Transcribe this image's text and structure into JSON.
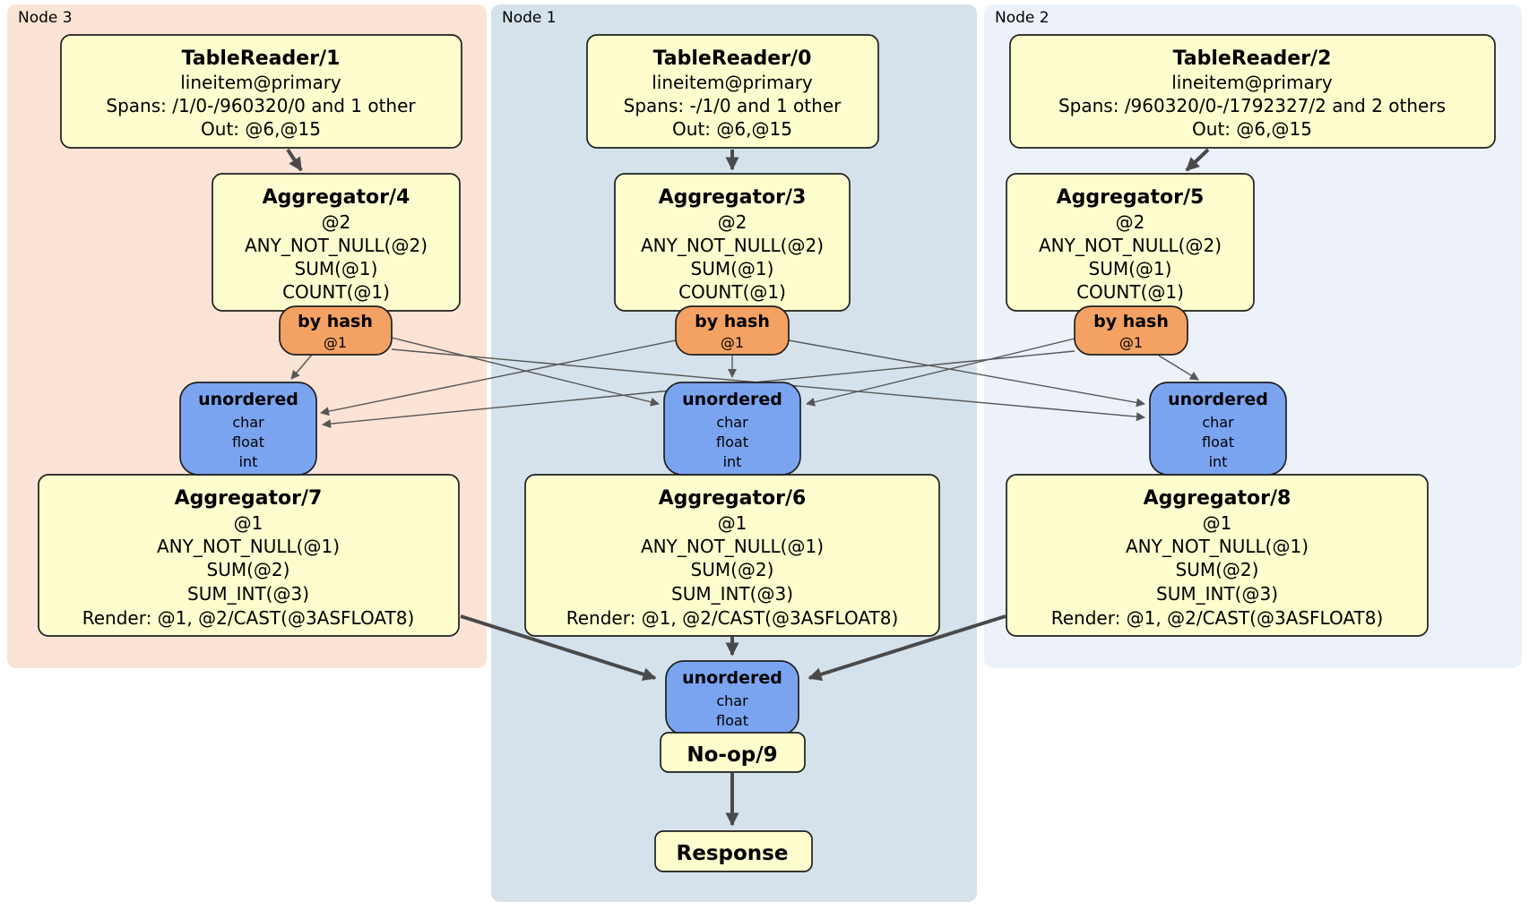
{
  "panels": {
    "node3": {
      "label": "Node 3"
    },
    "node1": {
      "label": "Node 1"
    },
    "node2": {
      "label": "Node 2"
    }
  },
  "colors": {
    "panel_node3": "#fbe3d5",
    "panel_node1": "#d5e2eb",
    "panel_node2": "#edf2fa",
    "processor_box": "#fdfdce",
    "router_box": "#f4a263",
    "sync_box": "#7aa4f0",
    "edge": "#4a4a4a"
  },
  "processors": {
    "tableReader1": {
      "title": "TableReader/1",
      "lines": [
        "lineitem@primary",
        "Spans: /1/0-/960320/0 and 1 other",
        "Out: @6,@15"
      ]
    },
    "tableReader0": {
      "title": "TableReader/0",
      "lines": [
        "lineitem@primary",
        "Spans: -/1/0 and 1 other",
        "Out: @6,@15"
      ]
    },
    "tableReader2": {
      "title": "TableReader/2",
      "lines": [
        "lineitem@primary",
        "Spans: /960320/0-/1792327/2 and 2 others",
        "Out: @6,@15"
      ]
    },
    "aggregator4": {
      "title": "Aggregator/4",
      "lines": [
        "@2",
        "ANY_NOT_NULL(@2)",
        "SUM(@1)",
        "COUNT(@1)"
      ]
    },
    "aggregator3": {
      "title": "Aggregator/3",
      "lines": [
        "@2",
        "ANY_NOT_NULL(@2)",
        "SUM(@1)",
        "COUNT(@1)"
      ]
    },
    "aggregator5": {
      "title": "Aggregator/5",
      "lines": [
        "@2",
        "ANY_NOT_NULL(@2)",
        "SUM(@1)",
        "COUNT(@1)"
      ]
    },
    "aggregator7": {
      "title": "Aggregator/7",
      "lines": [
        "@1",
        "ANY_NOT_NULL(@1)",
        "SUM(@2)",
        "SUM_INT(@3)",
        "Render: @1, @2/CAST(@3ASFLOAT8)"
      ]
    },
    "aggregator6": {
      "title": "Aggregator/6",
      "lines": [
        "@1",
        "ANY_NOT_NULL(@1)",
        "SUM(@2)",
        "SUM_INT(@3)",
        "Render: @1, @2/CAST(@3ASFLOAT8)"
      ]
    },
    "aggregator8": {
      "title": "Aggregator/8",
      "lines": [
        "@1",
        "ANY_NOT_NULL(@1)",
        "SUM(@2)",
        "SUM_INT(@3)",
        "Render: @1, @2/CAST(@3ASFLOAT8)"
      ]
    },
    "noop": {
      "title": "No-op/9"
    },
    "response": {
      "title": "Response"
    }
  },
  "routers": {
    "hash4": {
      "title": "by hash",
      "lines": [
        "@1"
      ]
    },
    "hash3": {
      "title": "by hash",
      "lines": [
        "@1"
      ]
    },
    "hash5": {
      "title": "by hash",
      "lines": [
        "@1"
      ]
    }
  },
  "synchronizers": {
    "unordered3": {
      "title": "unordered",
      "lines": [
        "char",
        "float",
        "int"
      ]
    },
    "unordered1": {
      "title": "unordered",
      "lines": [
        "char",
        "float",
        "int"
      ]
    },
    "unordered2": {
      "title": "unordered",
      "lines": [
        "char",
        "float",
        "int"
      ]
    },
    "unorderedFinal": {
      "title": "unordered",
      "lines": [
        "char",
        "float"
      ]
    }
  }
}
